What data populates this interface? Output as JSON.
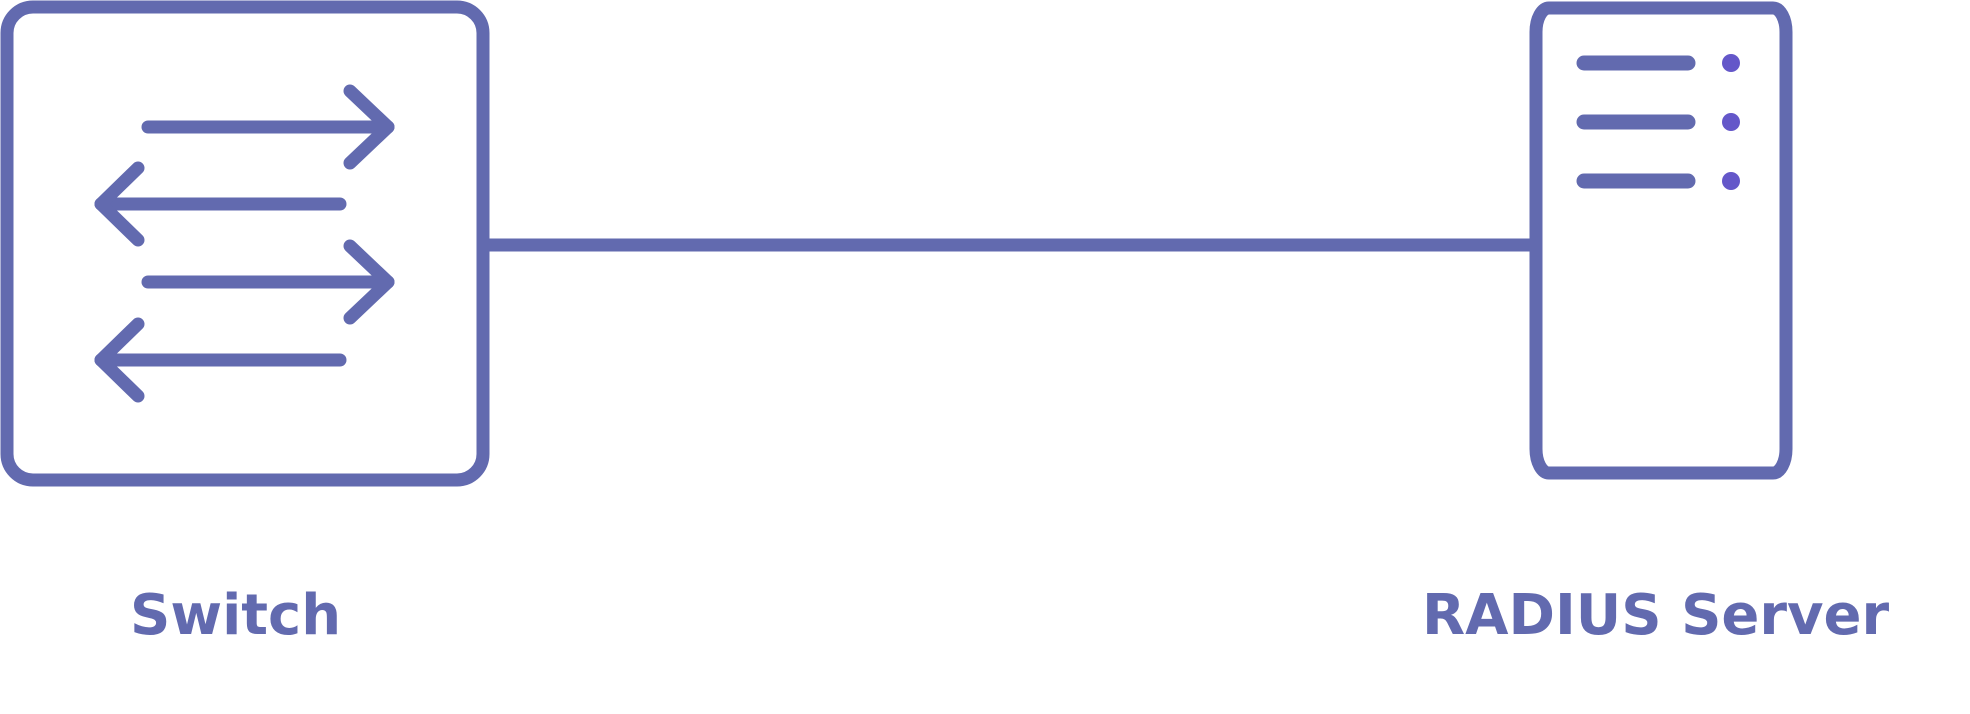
{
  "diagram": {
    "nodes": {
      "switch": {
        "label": "Switch",
        "icon": "network-switch-icon"
      },
      "radius_server": {
        "label": "RADIUS Server",
        "icon": "server-icon"
      }
    },
    "edges": [
      {
        "from": "switch",
        "to": "radius_server"
      }
    ]
  },
  "colors": {
    "stroke": "#626aaf",
    "label": "#626aaf",
    "server_led": "#6457c9",
    "background": "#ffffff"
  }
}
